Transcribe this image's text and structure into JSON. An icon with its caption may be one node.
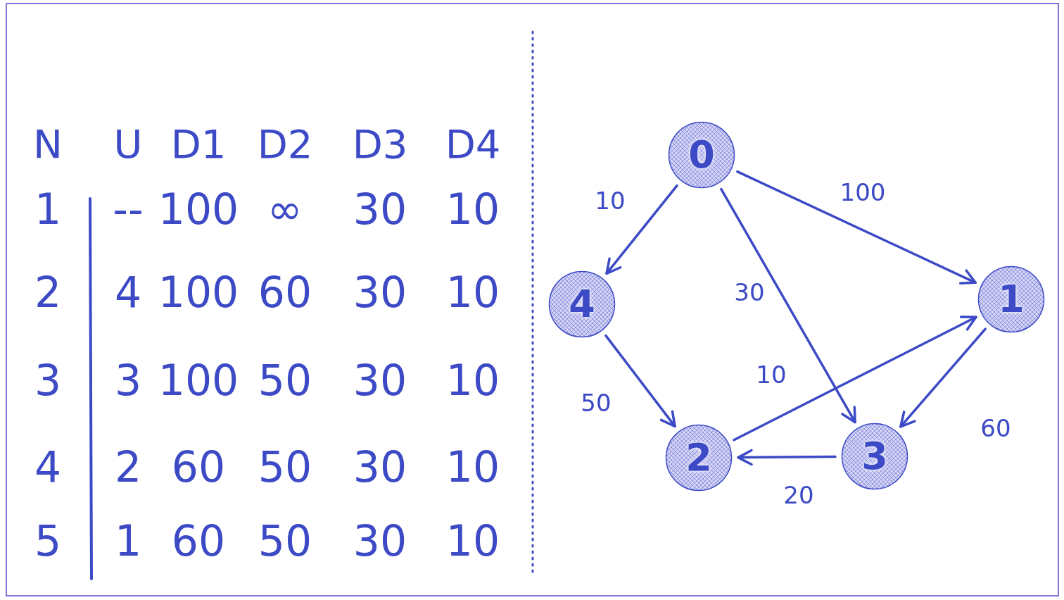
{
  "diagram": {
    "nodes": [
      {
        "text": [
          "0"
        ]
      },
      {
        "text": [
          "4"
        ]
      },
      {
        "text": [
          "1"
        ]
      },
      {
        "text": [
          "2"
        ]
      },
      {
        "text": [
          "3"
        ]
      }
    ],
    "edges": [
      {
        "from": 0,
        "to": 1,
        "arrow": "to",
        "label": "10"
      },
      {
        "from": 0,
        "to": 2,
        "arrow": "to",
        "label": "100"
      },
      {
        "from": 0,
        "to": 4,
        "arrow": "to",
        "label": "30"
      },
      {
        "from": 1,
        "to": 3,
        "arrow": "to",
        "label": "50"
      },
      {
        "from": 3,
        "to": 2,
        "arrow": "to",
        "label": "10"
      },
      {
        "from": 2,
        "to": 4,
        "arrow": "to",
        "label": "60"
      },
      {
        "from": 4,
        "to": 3,
        "arrow": "to",
        "label": "20"
      }
    ],
    "labels": [
      "N",
      "U",
      "D1",
      "D2",
      "D3",
      "D4",
      "1",
      "--",
      "100",
      "∞",
      "30",
      "10",
      "2",
      "4",
      "100",
      "60",
      "30",
      "10",
      "3",
      "3",
      "100",
      "50",
      "30",
      "10",
      "4",
      "2",
      "60",
      "50",
      "30",
      "10",
      "5",
      "1",
      "60",
      "50",
      "30",
      "10"
    ]
  }
}
